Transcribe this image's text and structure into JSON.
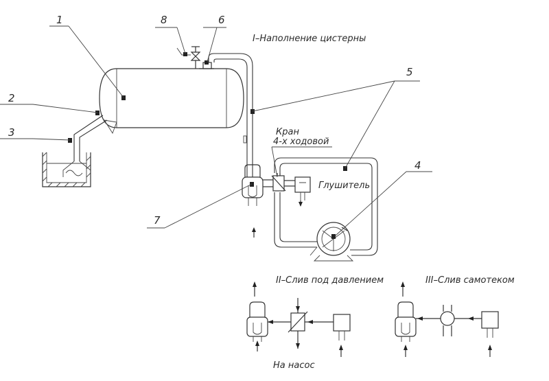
{
  "labels": {
    "n1": "1",
    "n2": "2",
    "n3": "3",
    "n4": "4",
    "n5": "5",
    "n6": "6",
    "n7": "7",
    "n8": "8"
  },
  "captions": {
    "mode1": "I–Наполнение цистерны",
    "mode2": "II–Слив под давлением",
    "mode3": "III–Слив самотеком",
    "valve_line1": "Кран",
    "valve_line2": "4-х ходовой",
    "muffler": "Глушитель",
    "to_pump": "На насос"
  }
}
